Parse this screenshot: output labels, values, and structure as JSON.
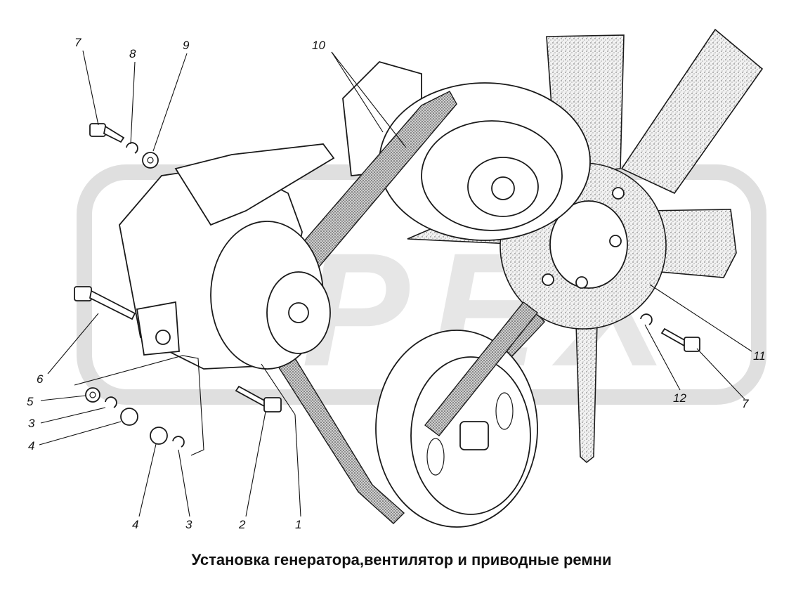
{
  "title": "Установка генератора,вентилятор и приводные ремни",
  "watermark": "OPEX",
  "callouts": {
    "c1": "1",
    "c2": "2",
    "c3a": "3",
    "c3b": "3",
    "c4a": "4",
    "c4b": "4",
    "c5": "5",
    "c6": "6",
    "c7a": "7",
    "c7b": "7",
    "c8": "8",
    "c9": "9",
    "c10": "10",
    "c11": "11",
    "c12": "12"
  },
  "colors": {
    "ink": "#111111",
    "watermark": "#d9d9d9"
  }
}
